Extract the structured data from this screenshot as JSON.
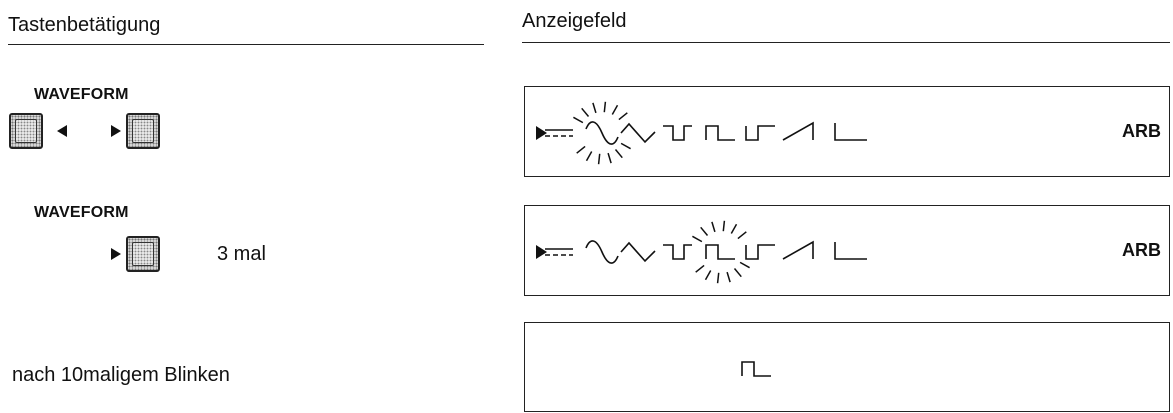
{
  "headers": {
    "left": "Tastenbetätigung",
    "right": "Anzeigefeld"
  },
  "steps": [
    {
      "key_label": "WAVEFORM",
      "keys": [
        "left",
        "right"
      ],
      "note": ""
    },
    {
      "key_label": "WAVEFORM",
      "keys": [
        "right"
      ],
      "note": "3 mal"
    },
    {
      "key_label": "",
      "keys": [],
      "note": "nach 10maligem Blinken"
    }
  ],
  "displays": [
    {
      "pointer": true,
      "waveforms": [
        "dc",
        "sine",
        "triangle",
        "pulse-low",
        "pulse-high",
        "step-up",
        "ramp-up",
        "ramp-down"
      ],
      "blinking": "sine",
      "mode_label": "ARB"
    },
    {
      "pointer": true,
      "waveforms": [
        "dc",
        "sine",
        "triangle",
        "pulse-low",
        "pulse-high",
        "step-up",
        "ramp-up",
        "ramp-down"
      ],
      "blinking": "pulse-high",
      "mode_label": "ARB"
    },
    {
      "pointer": false,
      "waveforms": [
        "pulse-high"
      ],
      "blinking": "",
      "mode_label": ""
    }
  ],
  "icons": {
    "key": "push-button-icon",
    "left_arrow": "triangle-left-icon",
    "right_arrow": "triangle-right-icon",
    "pointer": "display-pointer-icon",
    "blink": "blink-rays-icon"
  }
}
